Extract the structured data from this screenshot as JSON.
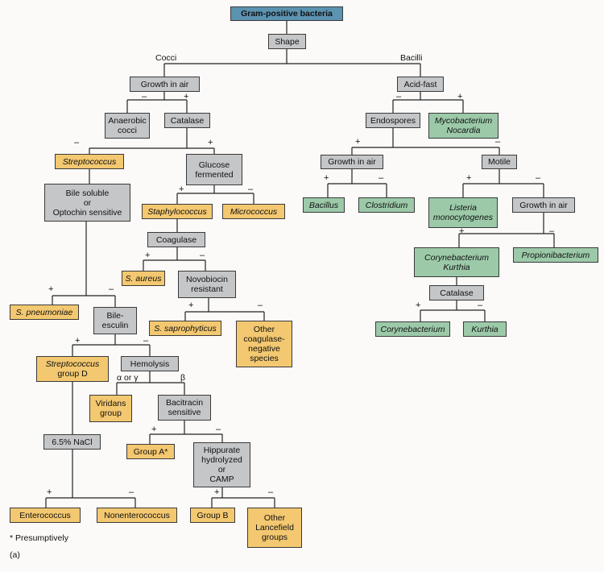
{
  "nodes": {
    "root": "Gram-positive bacteria",
    "shape": "Shape",
    "growth_air_cocci": "Growth in air",
    "acid_fast": "Acid-fast",
    "anaerobic_cocci": "Anaerobic\ncocci",
    "catalase_cocci": "Catalase",
    "endospores": "Endospores",
    "mycobacterium_nocardia": "Mycobacterium\nNocardia",
    "streptococcus": "Streptococcus",
    "glucose_fermented": "Glucose\nfermented",
    "bile_optochin": "Bile soluble\nor\nOptochin sensitive",
    "growth_air_spore": "Growth in air",
    "motile": "Motile",
    "bacillus": "Bacillus",
    "clostridium": "Clostridium",
    "listeria": "Listeria\nmonocytogenes",
    "growth_air_motile": "Growth in air",
    "staphylococcus": "Staphylococcus",
    "micrococcus": "Micrococcus",
    "coagulase": "Coagulase",
    "corynebacterium_kurthia": "Corynebacterium\nKurthia",
    "propionibacterium": "Propionibacterium",
    "s_aureus": "S. aureus",
    "novobiocin": "Novobiocin\nresistant",
    "catalase_bacilli": "Catalase",
    "s_pneumoniae": "S. pneumoniae",
    "bile_esculin": "Bile-\nesculin",
    "s_saprophyticus": "S. saprophyticus",
    "other_coagulase_neg": "Other\ncoagulase-\nnegative\nspecies",
    "corynebacterium": "Corynebacterium",
    "kurthia": "Kurthia",
    "strep_group_d": "Streptococcus\ngroup D",
    "hemolysis": "Hemolysis",
    "viridans": "Viridans\ngroup",
    "bacitracin": "Bacitracin\nsensitive",
    "nacl": "6.5% NaCl",
    "group_a": "Group A*",
    "hippurate": "Hippurate\nhydrolyzed\nor\nCAMP",
    "enterococcus": "Enterococcus",
    "nonenterococcus": "Nonenterococcus",
    "group_b": "Group B",
    "other_lancefield": "Other\nLancefield\ngroups"
  },
  "branch_labels": {
    "cocci": "Cocci",
    "bacilli": "Bacilli",
    "alpha_gamma": "α or γ",
    "beta": "β"
  },
  "signs": {
    "plus": "+",
    "minus": "–"
  },
  "footnote": "* Presumptively",
  "panel_label": "(a)",
  "colors": {
    "decision": "#c5c6c8",
    "cocci_result": "#f3c870",
    "bacilli_result": "#9ccaa9",
    "root": "#5b93b1"
  }
}
